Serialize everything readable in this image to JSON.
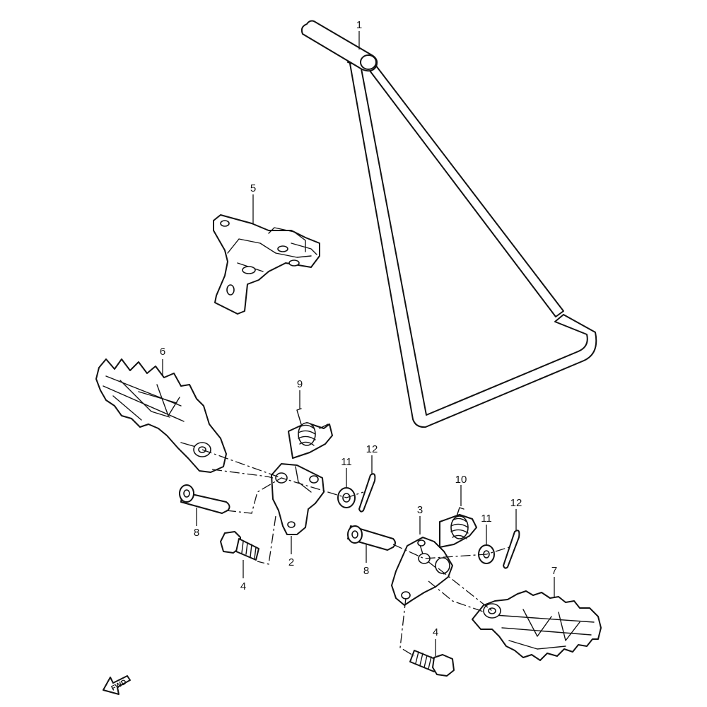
{
  "callouts": {
    "c1": "1",
    "c2": "2",
    "c3": "3",
    "c4a": "4",
    "c4b": "4",
    "c5": "5",
    "c6": "6",
    "c7": "7",
    "c8a": "8",
    "c8b": "8",
    "c9": "9",
    "c10": "10",
    "c11a": "11",
    "c11b": "11",
    "c12a": "12",
    "c12b": "12"
  },
  "fwd_label": "FWD",
  "colors": {
    "line": "#111111",
    "background": "#ffffff"
  }
}
